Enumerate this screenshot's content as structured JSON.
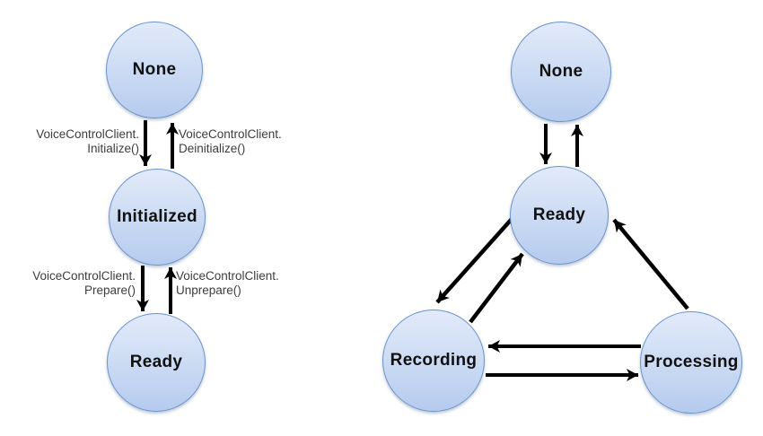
{
  "colors": {
    "node_fill_top": "#dde8f8",
    "node_fill_bottom": "#b5cbee",
    "node_border": "#6b93cc",
    "arrow": "#000000",
    "transition_label_text": "#3d3d3d",
    "state_label_text": "#111111",
    "background": "#ffffff"
  },
  "left_diagram": {
    "states": [
      {
        "label": "None"
      },
      {
        "label": "Initialized"
      },
      {
        "label": "Ready"
      }
    ],
    "transitions": [
      {
        "line1": "VoiceControlClient.",
        "line2": "Initialize()"
      },
      {
        "line1": "VoiceControlClient.",
        "line2": "Deinitialize()"
      },
      {
        "line1": "VoiceControlClient.",
        "line2": "Prepare()"
      },
      {
        "line1": "VoiceControlClient.",
        "line2": "Unprepare()"
      }
    ]
  },
  "right_diagram": {
    "states": [
      {
        "label": "None"
      },
      {
        "label": "Ready"
      },
      {
        "label": "Recording"
      },
      {
        "label": "Processing"
      }
    ]
  }
}
